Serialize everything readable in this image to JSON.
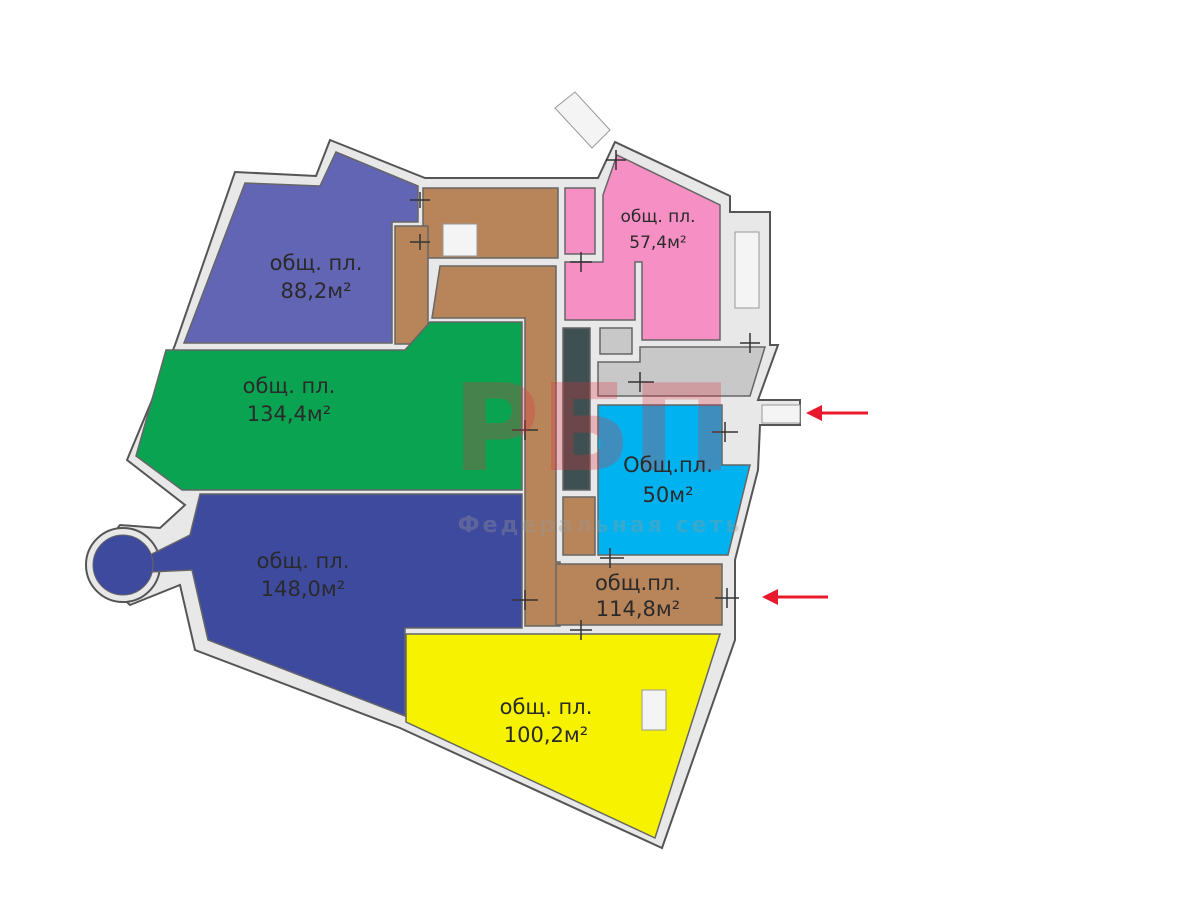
{
  "plan": {
    "rooms": [
      {
        "id": "purple",
        "label": "общ. пл.",
        "area": "88,2м²",
        "color": "#6264b4"
      },
      {
        "id": "green",
        "label": "общ. пл.",
        "area": "134,4м²",
        "color": "#0aa351"
      },
      {
        "id": "blue",
        "label": "общ. пл.",
        "area": "148,0м²",
        "color": "#3d4a9e"
      },
      {
        "id": "yellow",
        "label": "общ. пл.",
        "area": "100,2м²",
        "color": "#f6f200"
      },
      {
        "id": "brown",
        "label": "общ.пл.",
        "area": "114,8м²",
        "color": "#b8845a"
      },
      {
        "id": "cyan",
        "label": "Общ.пл.",
        "area": "50м²",
        "color": "#00b2ef"
      },
      {
        "id": "pink",
        "label": "общ. пл.",
        "area": "57,4м²",
        "color": "#f690c4"
      }
    ],
    "other_colors": {
      "gray": "#c8c8c8",
      "slate": "#3e5052",
      "wall": "#e6e6e6",
      "arrow": "#e8192c"
    },
    "watermark": {
      "logo": "РБП",
      "tagline": "Федеральная сеть"
    }
  }
}
